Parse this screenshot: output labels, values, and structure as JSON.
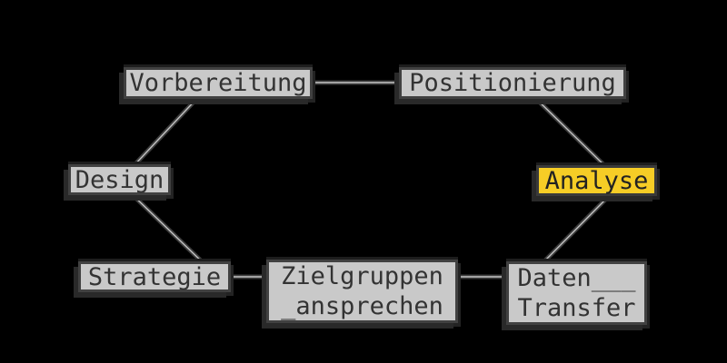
{
  "diagram": {
    "type": "flowchart",
    "background_color": "#000000",
    "node_fill": "#c9c9c9",
    "node_border_color": "#414141",
    "node_text_color": "#333333",
    "highlight_fill": "#f6cd26",
    "edge_outer_color": "#3d3d3d",
    "edge_inner_color": "#c4c4c4",
    "nodes": [
      {
        "id": "vorbereitung",
        "label": "Vorbereitung",
        "highlighted": false
      },
      {
        "id": "positionierung",
        "label": "Positionierung",
        "highlighted": false
      },
      {
        "id": "design",
        "label": "Design",
        "highlighted": false
      },
      {
        "id": "analyse",
        "label": "Analyse",
        "highlighted": true
      },
      {
        "id": "strategie",
        "label": "Strategie",
        "highlighted": false
      },
      {
        "id": "zielgruppen-ansprechen",
        "label": "Zielgruppen",
        "label_line2": "_ansprechen",
        "highlighted": false
      },
      {
        "id": "daten-transfer",
        "label": "Daten___",
        "label_line2": "Transfer",
        "highlighted": false
      }
    ],
    "edges": [
      {
        "from": "vorbereitung",
        "to": "positionierung"
      },
      {
        "from": "vorbereitung",
        "to": "design"
      },
      {
        "from": "positionierung",
        "to": "analyse"
      },
      {
        "from": "design",
        "to": "strategie"
      },
      {
        "from": "analyse",
        "to": "daten-transfer"
      },
      {
        "from": "strategie",
        "to": "zielgruppen-ansprechen"
      },
      {
        "from": "zielgruppen-ansprechen",
        "to": "daten-transfer"
      }
    ]
  }
}
